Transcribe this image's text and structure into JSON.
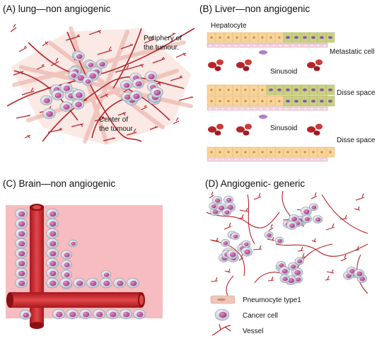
{
  "panels": {
    "a": {
      "title": "(A) lung—non angiogenic",
      "label_periphery_1": "Periphery of",
      "label_periphery_2": "the tumour.",
      "label_center_1": "Center of",
      "label_center_2": "the tumour"
    },
    "b": {
      "title": "(B) Liver—non angiogenic",
      "label_hepatocyte": "Hepatocyte",
      "label_metastatic": "Metastatic cell",
      "label_sinusoid_1": "Sinusoid",
      "label_disse_1": "Disse space",
      "label_sinusoid_2": "Sinusoid",
      "label_disse_2": "Disse space"
    },
    "c": {
      "title": "(C) Brain—non angiogenic"
    },
    "d": {
      "title": "(D) Angiogenic- generic"
    }
  },
  "legend": {
    "pneumocyte": "Pneumocyte type1",
    "cancer_cell": "Cancer cell",
    "vessel": "Vessel"
  },
  "colors": {
    "vessel_red": "#c9282d",
    "blood_cell": "#b8232a",
    "cancer_nucleus": "#c4559e",
    "cancer_halo": "#cfd5de",
    "hepatocyte": "#f7d49a",
    "metastatic_zone": "#c9d17e",
    "brain_tissue": "#f6bcbf",
    "pneumocyte": "#efc6b8"
  }
}
